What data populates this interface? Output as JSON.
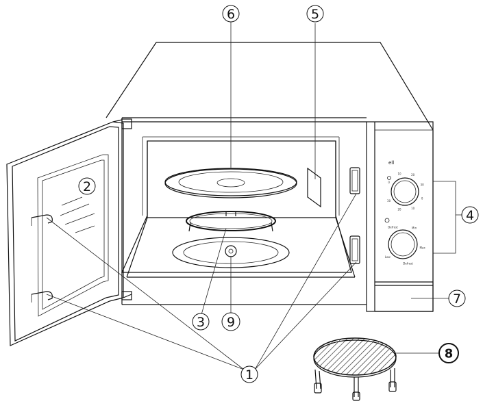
{
  "callouts": [
    {
      "id": "1",
      "label": "1"
    },
    {
      "id": "2",
      "label": "2"
    },
    {
      "id": "3",
      "label": "3"
    },
    {
      "id": "4",
      "label": "4"
    },
    {
      "id": "5",
      "label": "5"
    },
    {
      "id": "6",
      "label": "6"
    },
    {
      "id": "7",
      "label": "7"
    },
    {
      "id": "8",
      "label": "8"
    },
    {
      "id": "9",
      "label": "9"
    }
  ],
  "control_panel": {
    "mark": "ell",
    "power_knob_marks": [
      "0",
      "10",
      "20",
      "30",
      "0",
      "10",
      "20",
      "30"
    ],
    "timer_knob_marks": [
      "Defrost",
      "Min",
      "Max",
      "Defrost",
      "Low"
    ]
  },
  "colors": {
    "line": "#111111",
    "background": "#ffffff",
    "hatch": "#333333"
  }
}
